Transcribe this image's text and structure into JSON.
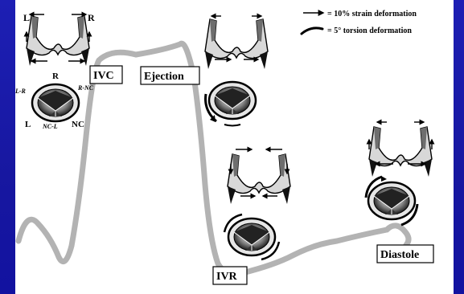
{
  "legend": {
    "strain_label": "= 10% strain deformation",
    "torsion_label": "= 5° torsion deformation"
  },
  "phases": {
    "ivc": "IVC",
    "ejection": "Ejection",
    "ivr": "IVR",
    "diastole": "Diastole"
  },
  "top_view_labels": {
    "left": "L",
    "right": "R"
  },
  "cusp_labels": {
    "r": "R",
    "l_r": "L-R",
    "r_nc": "R-NC",
    "l": "L",
    "nc": "NC",
    "nc_l": "NC-L"
  },
  "colors": {
    "slide_background": "#1a1aa6",
    "panel": "#ffffff",
    "curve": "#b3b3b3"
  }
}
